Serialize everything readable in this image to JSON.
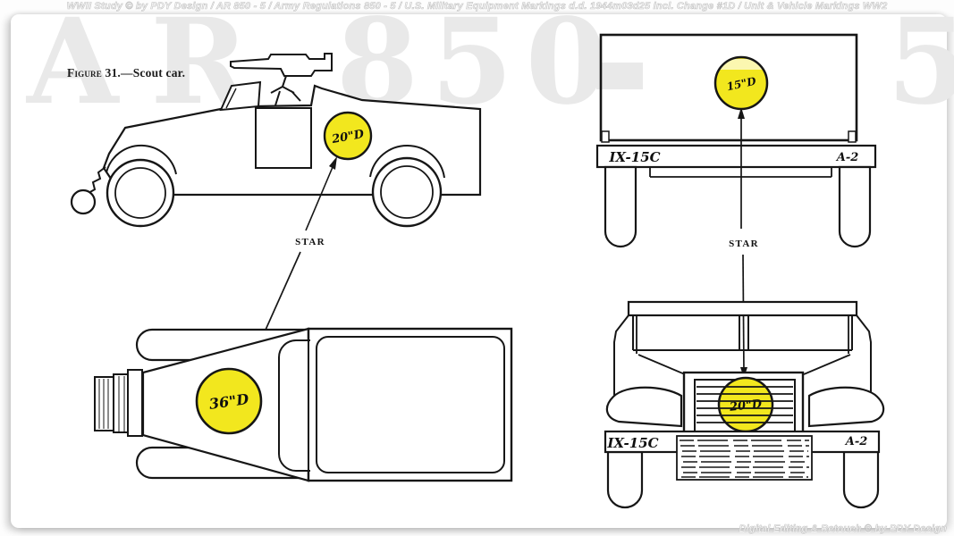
{
  "page": {
    "credit_top": "WWII Study © by PDY Design / AR 850 - 5 / Army Regulations 850 - 5 / U.S. Military Equipment Markings d.d. 1944m03d25 incl. Change #1D / Unit & Vehicle Markings WW2",
    "credit_bottom": "Digital Editing & Retouch © by PDY Design",
    "watermark": {
      "word1": "AR",
      "word2": "850",
      "dash": "—",
      "word3": "5"
    }
  },
  "figure": {
    "label": "Figure 31.",
    "title": "—Scout car."
  },
  "views": {
    "side": {
      "diameter_label": "20\"D",
      "callout": "STAR"
    },
    "rear": {
      "diameter_label": "15\"D",
      "callout": "STAR",
      "bumper_left": "IX-15C",
      "bumper_right": "A-2"
    },
    "top": {
      "diameter_label": "36\"D"
    },
    "front": {
      "diameter_label": "20\"D",
      "bumper_left": "IX-15C",
      "bumper_right": "A-2"
    }
  },
  "colors": {
    "marking_yellow": "#f2e71e",
    "marking_highlight": "#fbf7b0",
    "ink": "#161616",
    "watermark_gray": "#e9e9e9"
  }
}
